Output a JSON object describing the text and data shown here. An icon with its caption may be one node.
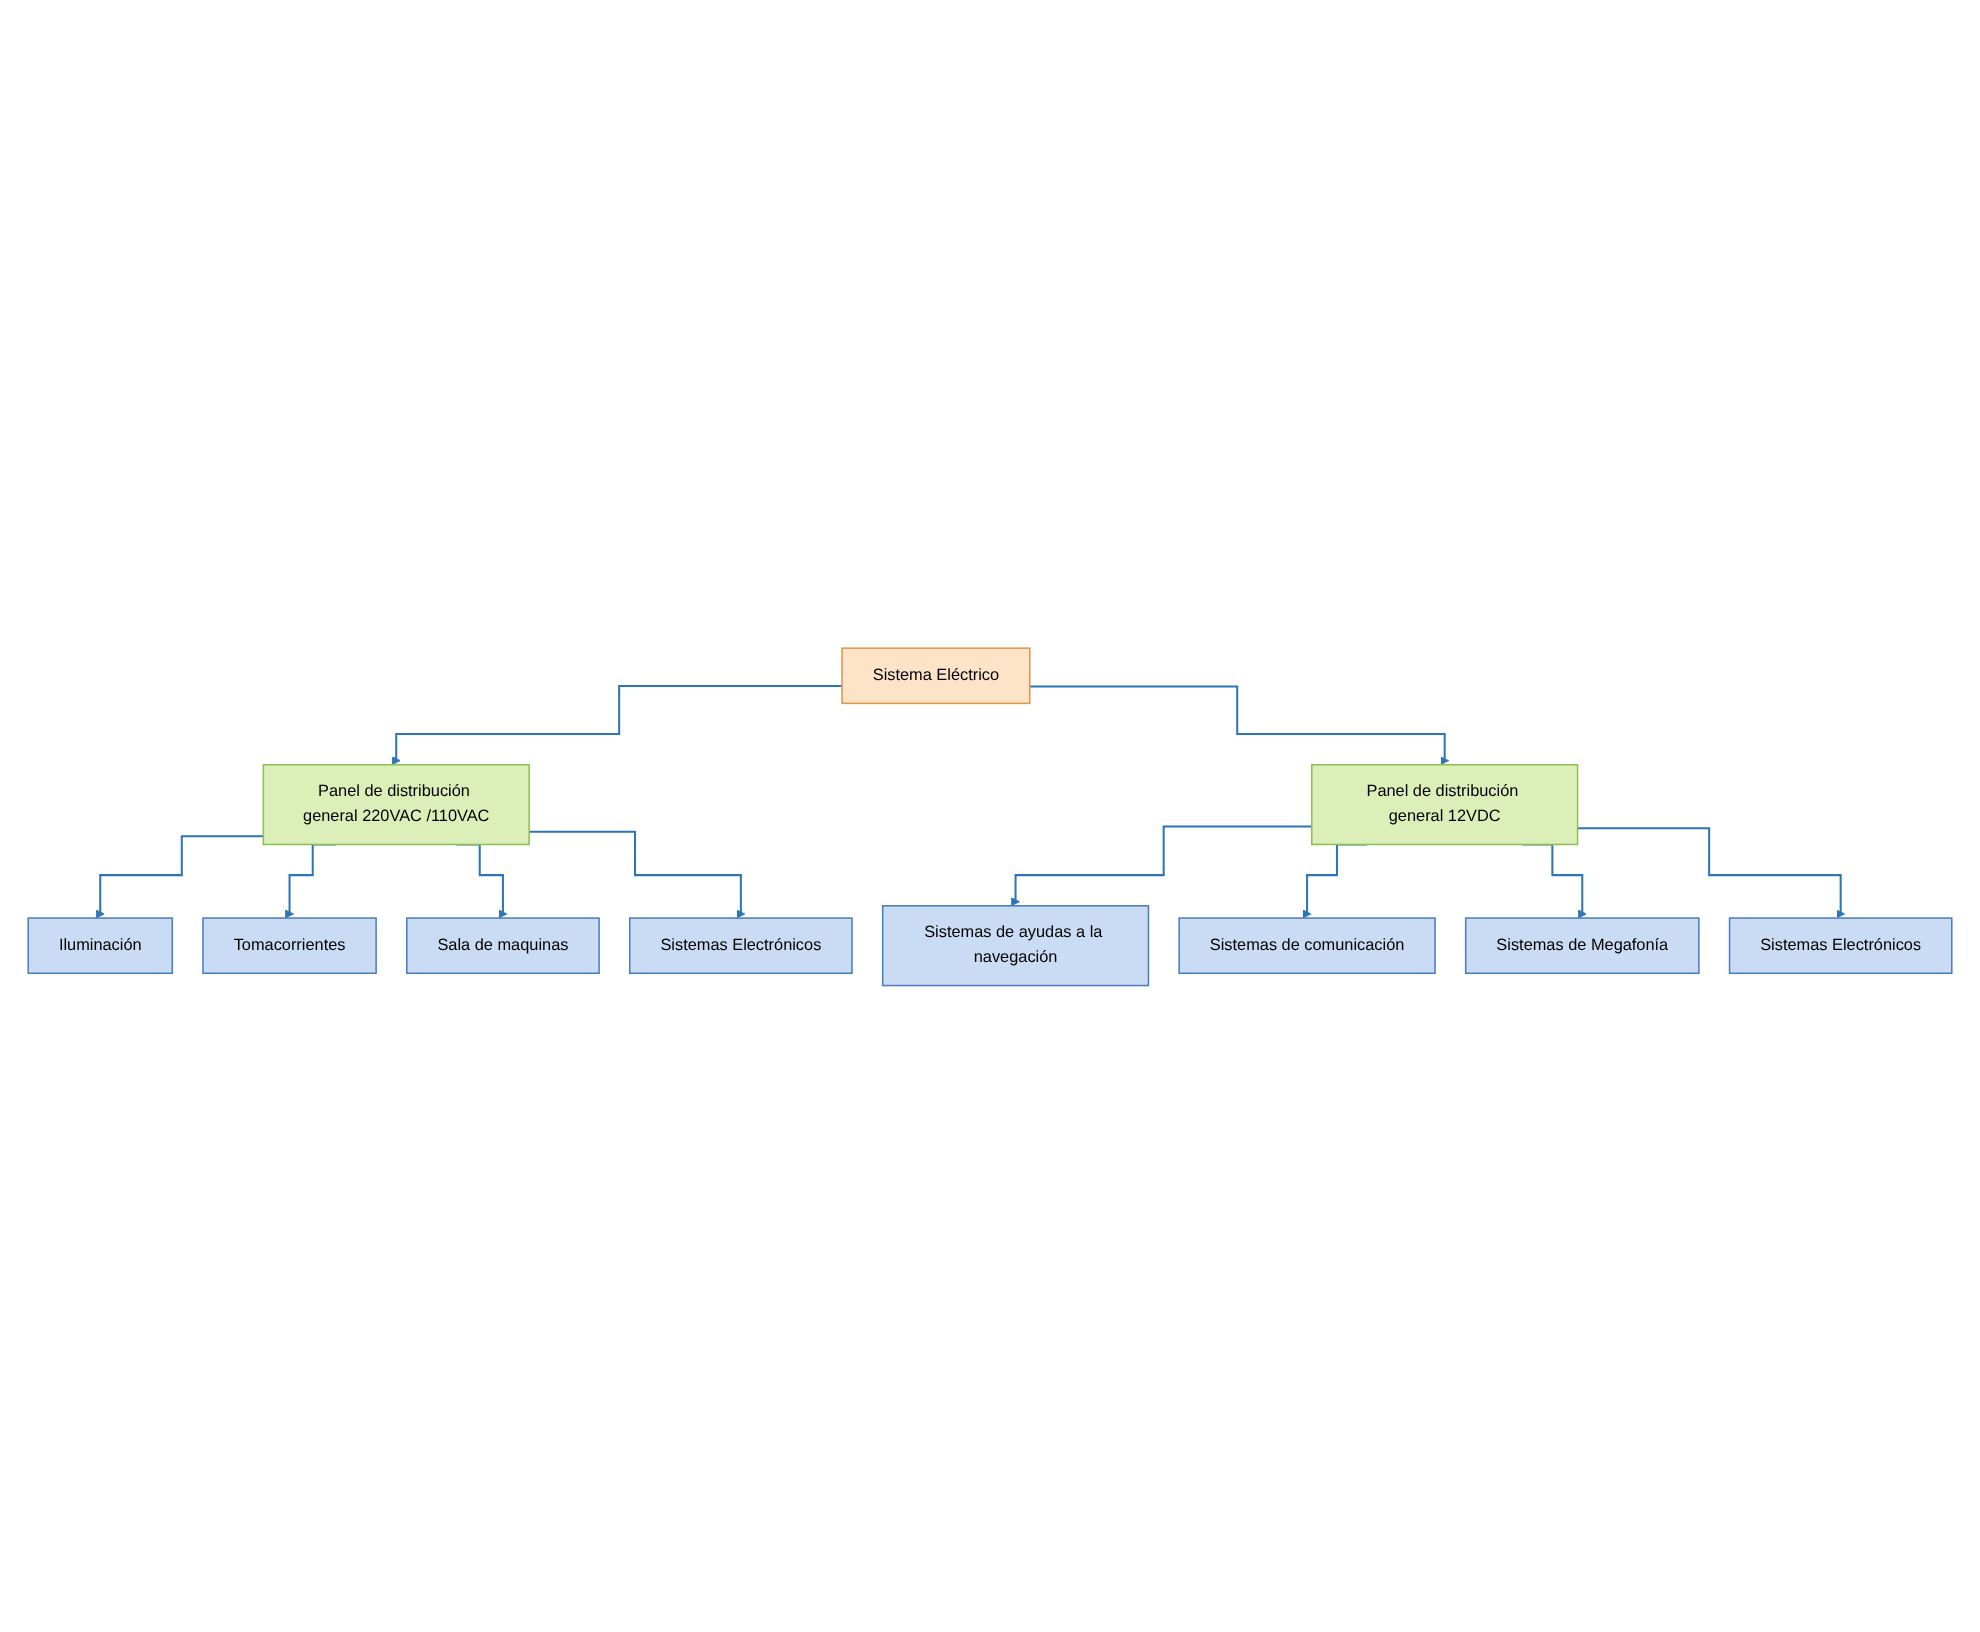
{
  "diagram": {
    "nodes": [
      {
        "text": [
          "Sistema Eléctrico"
        ]
      },
      {
        "text": [
          "Panel de distribución general 220VAC /110VAC"
        ]
      },
      {
        "text": [
          "Panel de distribución general 12VDC"
        ]
      },
      {
        "text": [
          "Iluminación"
        ]
      },
      {
        "text": [
          "Tomacorrientes"
        ]
      },
      {
        "text": [
          "Sala de maquinas"
        ]
      },
      {
        "text": [
          "Sistemas Electrónicos"
        ]
      },
      {
        "text": [
          "Sistemas de ayudas a la navegación"
        ]
      },
      {
        "text": [
          "Sistemas de comunicación"
        ]
      },
      {
        "text": [
          "Sistemas de Megafonía"
        ]
      },
      {
        "text": [
          "Sistemas Electrónicos"
        ]
      }
    ],
    "edges": [
      {
        "from": 0,
        "to": 1,
        "arrow": "to"
      },
      {
        "from": 0,
        "to": 2,
        "arrow": "to"
      },
      {
        "from": 1,
        "to": 3,
        "arrow": "to"
      },
      {
        "from": 1,
        "to": 4,
        "arrow": "to"
      },
      {
        "from": 1,
        "to": 5,
        "arrow": "to"
      },
      {
        "from": 1,
        "to": 6,
        "arrow": "to"
      },
      {
        "from": 2,
        "to": 7,
        "arrow": "to"
      },
      {
        "from": 2,
        "to": 8,
        "arrow": "to"
      },
      {
        "from": 2,
        "to": 9,
        "arrow": "to"
      },
      {
        "from": 2,
        "to": 10,
        "arrow": "to"
      }
    ]
  }
}
